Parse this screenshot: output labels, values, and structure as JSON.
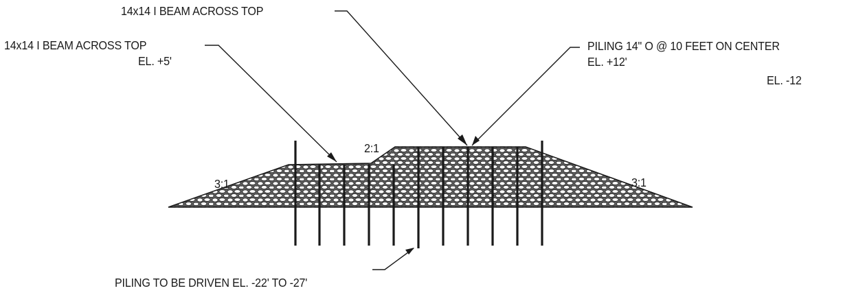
{
  "labels": {
    "beam_top_label": "14x14 I BEAM ACROSS TOP",
    "beam_left_label": "14x14 I BEAM ACROSS TOP",
    "elevation_left": "EL. +5'",
    "piling_spec": "PILING 14\" O @ 10 FEET ON CENTER",
    "elevation_top": "EL. +12'",
    "elevation_right": "EL. -12",
    "slope_left": "3:1",
    "slope_top": "2:1",
    "slope_right": "3:1",
    "piling_depth": "PILING TO BE DRIVEN EL. -22' TO -27'"
  },
  "colors": {
    "ink": "#1a1a1a",
    "fill": "#6e6e6e",
    "paper": "#ffffff"
  }
}
